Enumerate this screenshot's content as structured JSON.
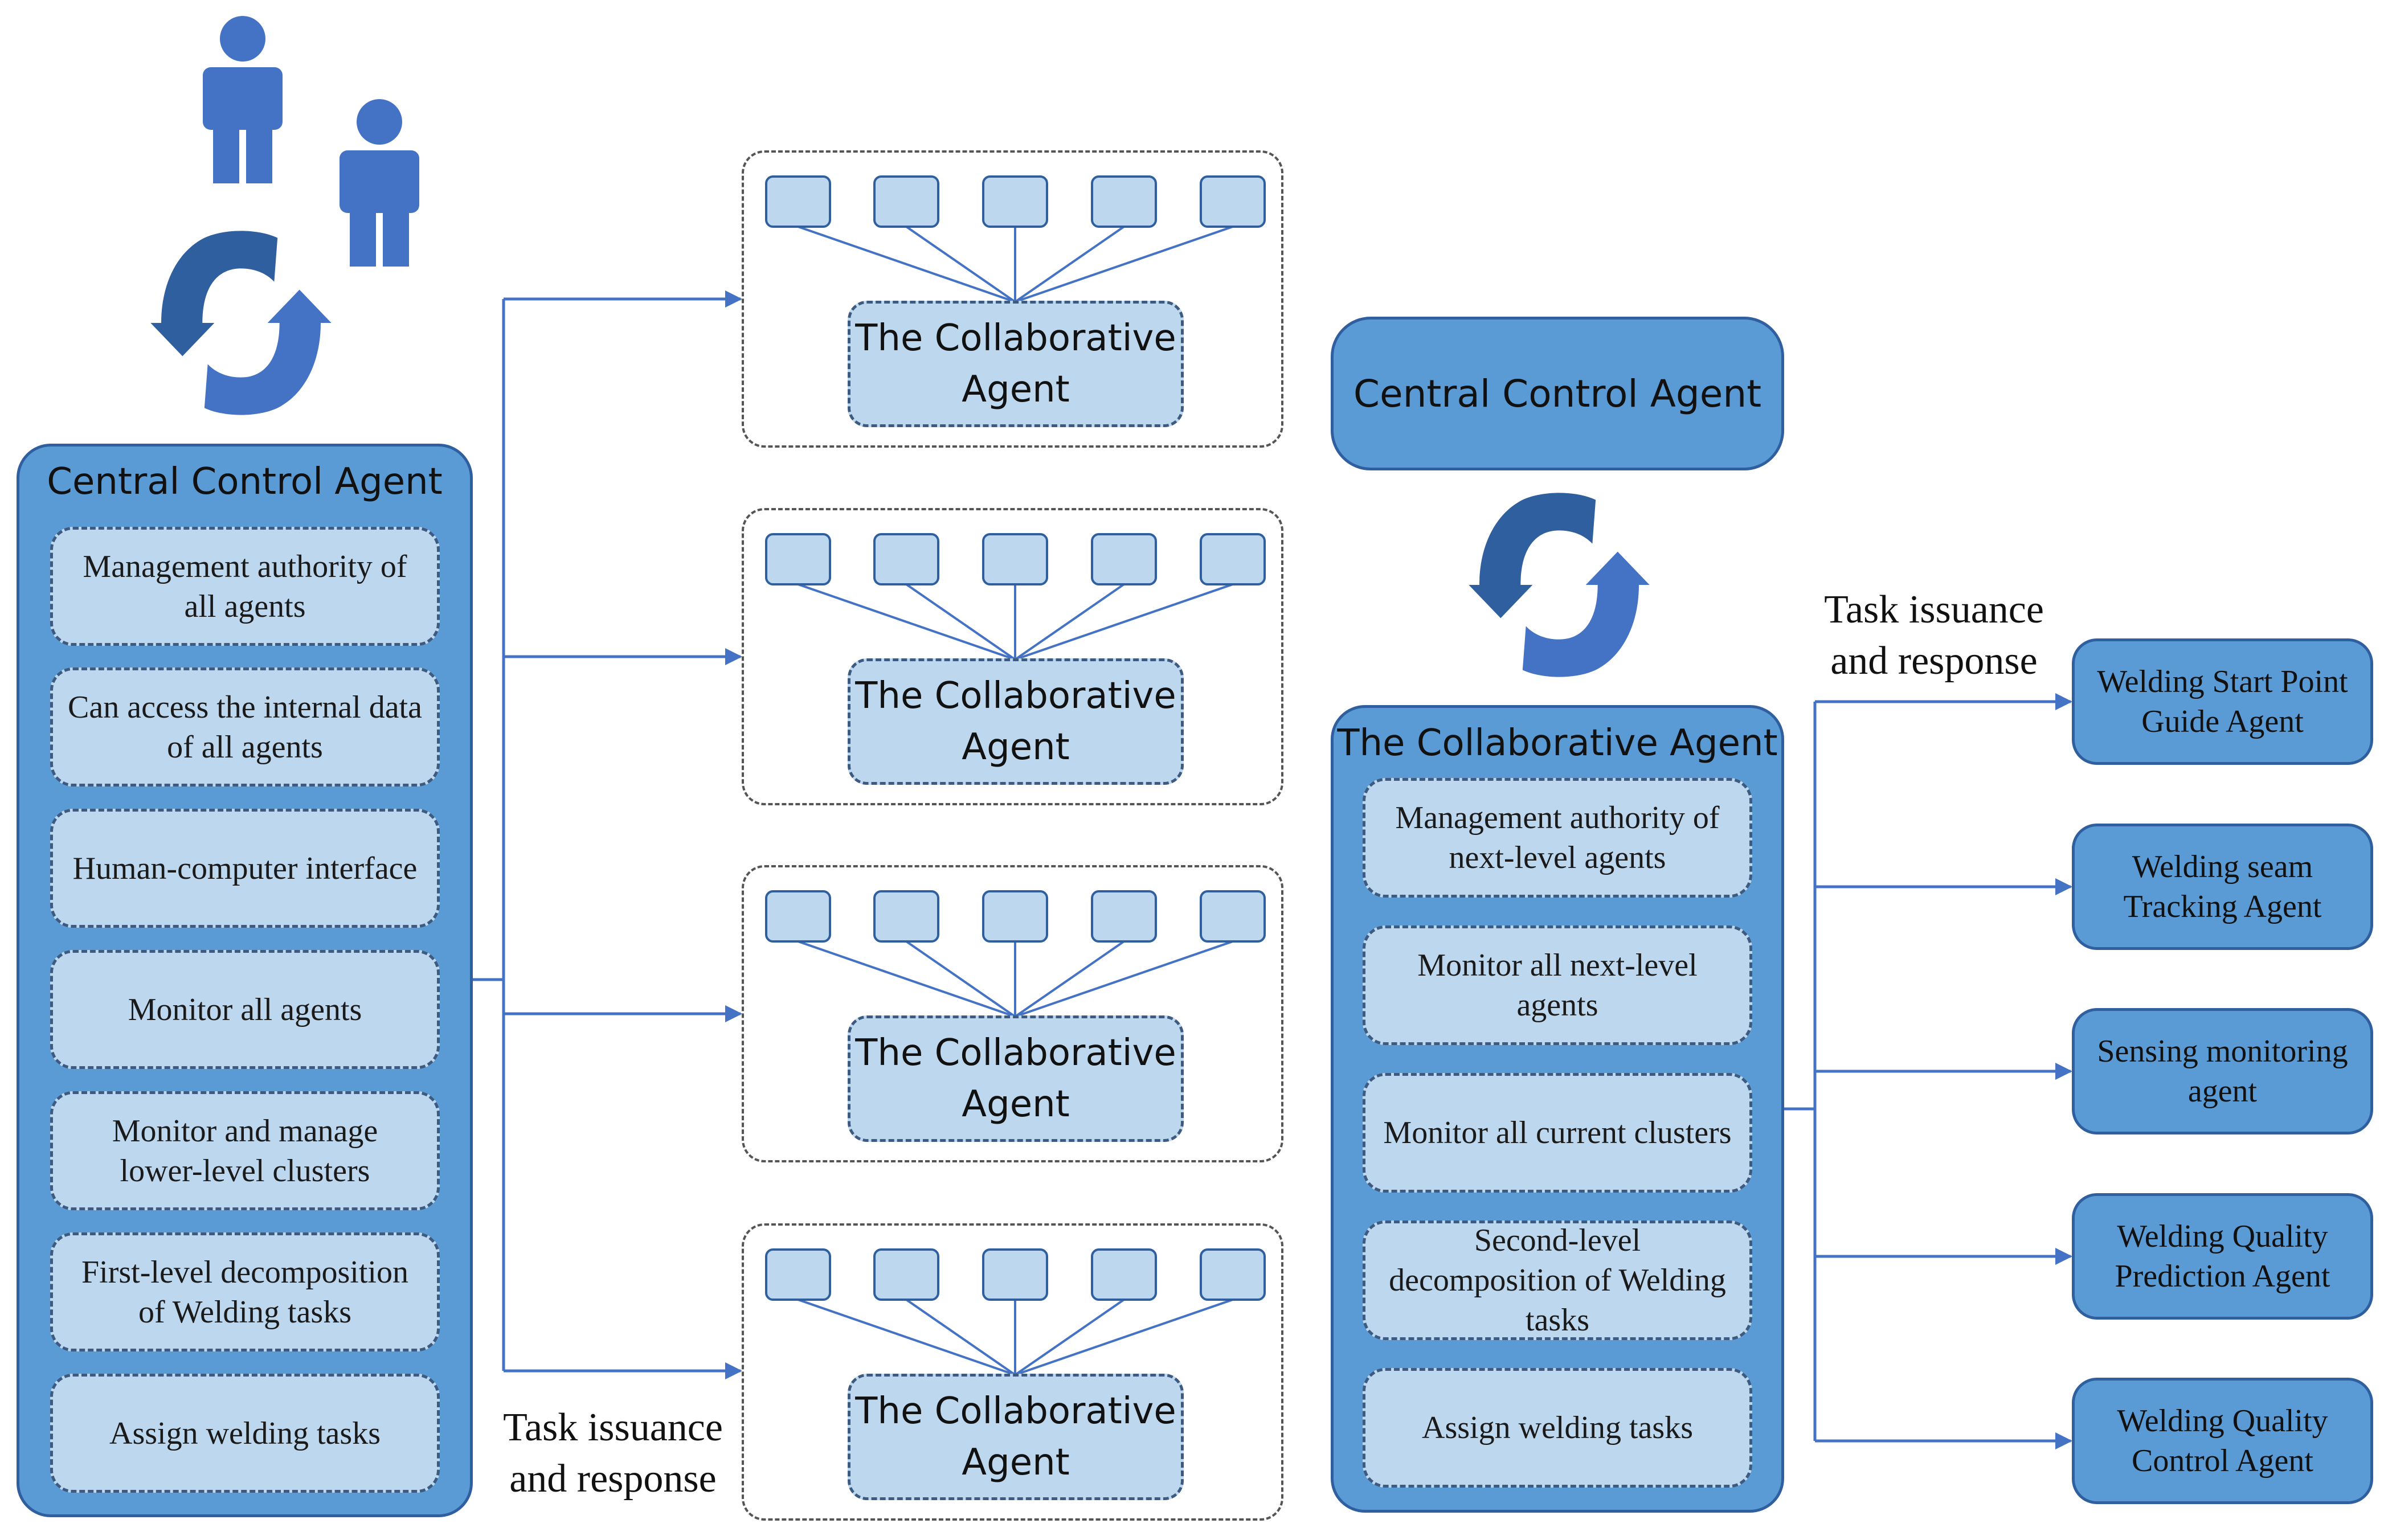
{
  "left_panel": {
    "title": "Central Control Agent",
    "items": [
      "Management authority of\nall agents",
      "Can access the internal data\nof all agents",
      "Human-computer interface",
      "Monitor all agents",
      "Monitor and manage\nlower-level clusters",
      "First-level decomposition\nof Welding tasks",
      "Assign welding tasks"
    ]
  },
  "clusters": [
    {
      "label": "The Collaborative\nAgent"
    },
    {
      "label": "The Collaborative\nAgent"
    },
    {
      "label": "The Collaborative\nAgent"
    },
    {
      "label": "The Collaborative\nAgent"
    }
  ],
  "left_caption": "Task issuance\nand response",
  "right_top": {
    "label": "Central Control Agent"
  },
  "right_panel": {
    "title": "The Collaborative Agent",
    "items": [
      "Management authority of\nnext-level agents",
      "Monitor all next-level\nagents",
      "Monitor all current clusters",
      "Second-level\ndecomposition of Welding\ntasks",
      "Assign welding tasks"
    ]
  },
  "right_caption": "Task issuance\nand response",
  "targets": [
    "Welding Start Point\nGuide Agent",
    "Welding seam\nTracking Agent",
    "Sensing monitoring\nagent",
    "Welding Quality\nPrediction Agent",
    "Welding Quality\nControl Agent"
  ],
  "colors": {
    "panel_fill": "#5b9bd5",
    "item_fill": "#bdd7ee",
    "icon_blue": "#4472c4",
    "connector": "#4472c4"
  },
  "icons": [
    "person-icon",
    "person-icon",
    "cycle-arrows-icon",
    "cycle-arrows-icon"
  ]
}
